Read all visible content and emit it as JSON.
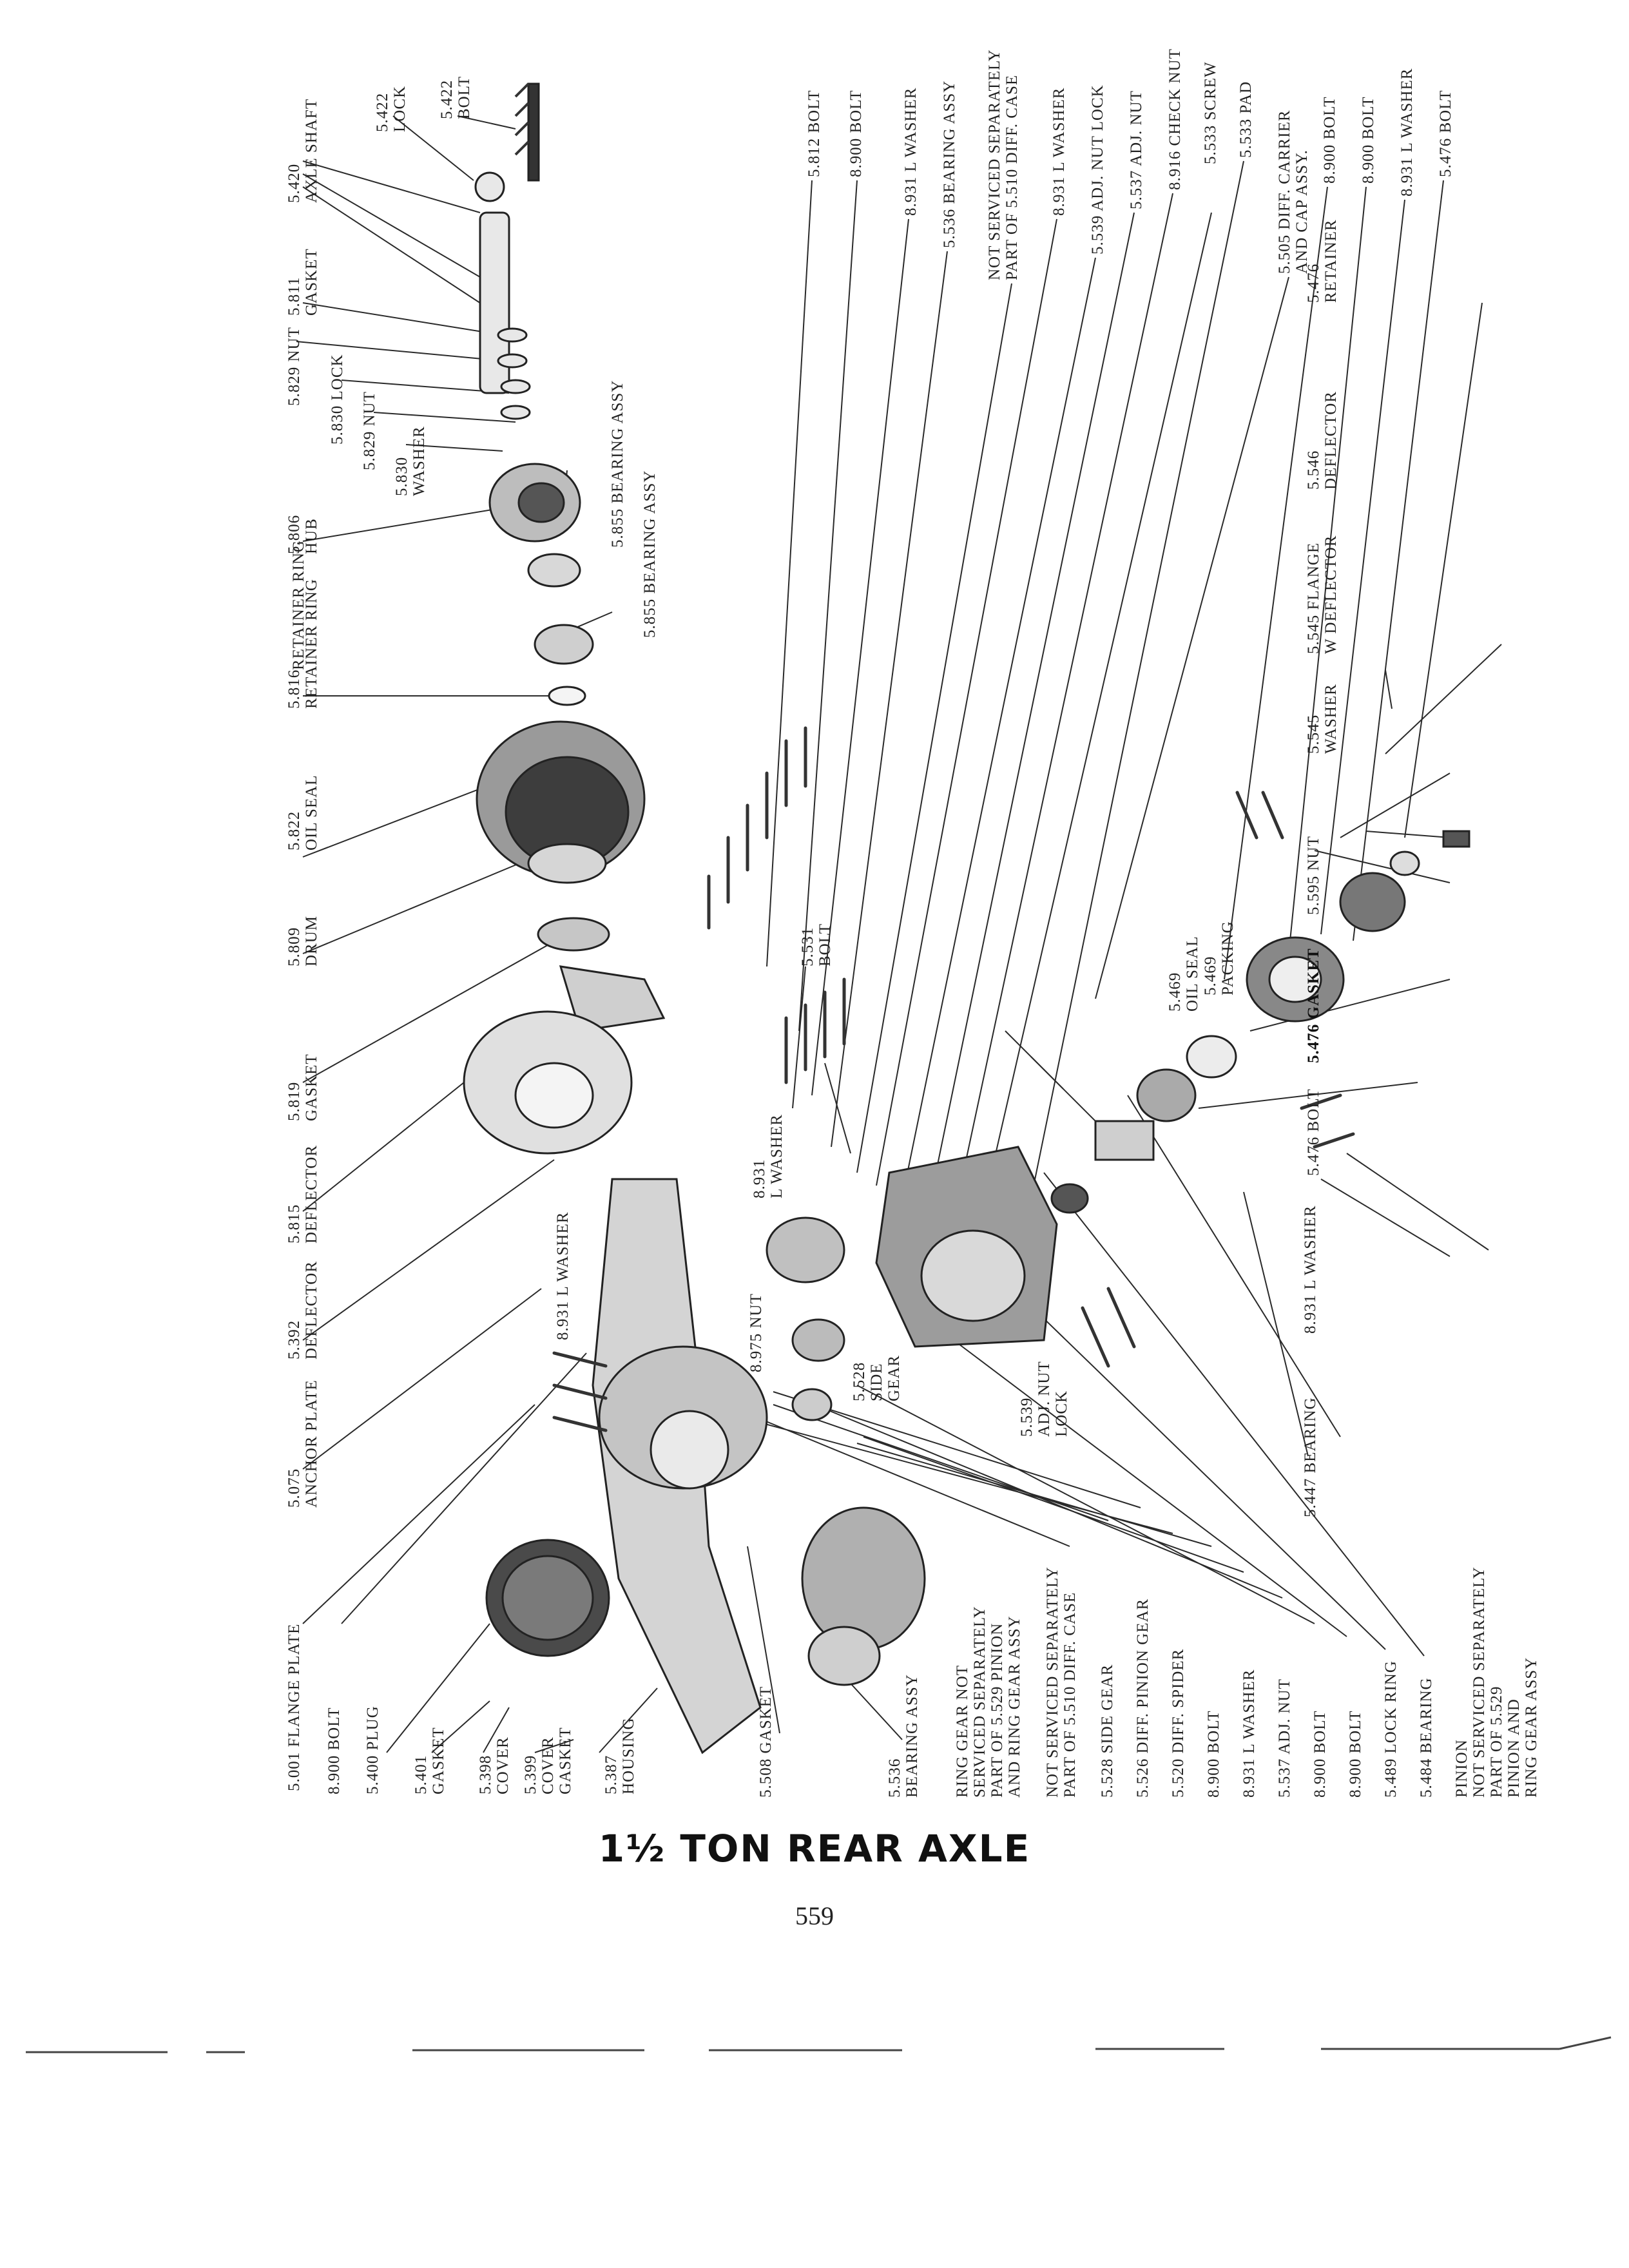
{
  "title": "1½ TON REAR AXLE",
  "page_number": "559",
  "labels": {
    "l5420": "5.420\nAXLE SHAFT",
    "l5422lock": "5.422\nLOCK",
    "l5422bolt": "5.422\nBOLT",
    "l5811": "5.811\nGASKET",
    "l5829": "5.829 NUT",
    "l5830lock": "5.830 LOCK",
    "l5829b": "5.829 NUT",
    "l5830w": "5.830\nWASHER",
    "l5806": "5.806\nHUB",
    "l5855a": "5.855 BEARING ASSY",
    "l5855b": "5.855 BEARING ASSY",
    "lretring": "RETAINER RING",
    "l5816": "5.816\nRETAINER RING",
    "l5822": "5.822\nOIL SEAL",
    "l5809": "5.809\nDRUM",
    "l5819": "5.819\nGASKET",
    "l5815": "5.815\nDEFLECTOR",
    "l5392": "5.392\nDEFLECTOR",
    "l5075": "5.075\nANCHOR PLATE",
    "l5001": "5.001 FLANGE PLATE",
    "l8900a": "8.900 BOLT",
    "l5400": "5.400 PLUG",
    "l5401": "5.401\nGASKET",
    "l5398": "5.398\nCOVER",
    "l5399": "5.399\nCOVER\nGASKET",
    "l5387": "5.387\nHOUSING",
    "l5508": "5.508 GASKET",
    "l5536b": "5.536\nBEARING ASSY",
    "lringgear": "RING GEAR NOT\nSERVICED SEPARATELY\nPART OF 5.529 PINION\nAND RING GEAR ASSY",
    "lnotserved2": "NOT SERVICED SEPARATELY\nPART OF 5.510 DIFF. CASE",
    "l5528b": "5.528 SIDE GEAR",
    "l5526": "5.526 DIFF. PINION GEAR",
    "l5520": "5.520 DIFF. SPIDER",
    "l8900b": "8.900 BOLT",
    "l8931b": "8.931 L WASHER",
    "l5537b": "5.537 ADJ. NUT",
    "l8900c": "8.900 BOLT",
    "l8900d": "8.900 BOLT",
    "l5489": "5.489 LOCK RING",
    "l5484": "5.484 BEARING",
    "lpinion": "PINION\nNOT SERVICED SEPARATELY\nPART OF 5.529\nPINION AND\nRING GEAR ASSY",
    "l8931c": "8.931 L WASHER",
    "l8975": "8.975 NUT",
    "l8931d": "8.931\nL WASHER",
    "l5531": "5.531\nBOLT",
    "l5528a": "5.528\nSIDE\nGEAR",
    "l5539b": "5.539\nADJ. NUT\nLOCK",
    "l5447": "5.447 BEARING",
    "l8931e": "8.931 L WASHER",
    "l5476bolt": "5.476 BOLT",
    "l5476gasket": "5.476 GASKET",
    "l5469os": "5.469\nOIL SEAL",
    "l5469p": "5.469\nPACKING",
    "l5595": "5.595 NUT",
    "l5545w": "5.545\nWASHER",
    "l5545f": "5.545 FLANGE\nW DEFLECTOR",
    "l5546": "5.546\nDEFLECTOR",
    "l5476ret": "5.476\nRETAINER",
    "l5812": "5.812 BOLT",
    "l8900e": "8.900 BOLT",
    "l8931f": "8.931 L WASHER",
    "l5536a": "5.536 BEARING ASSY",
    "lnotserved1": "NOT SERVICED SEPARATELY\nPART OF 5.510 DIFF. CASE",
    "l8931g": "8.931 L WASHER",
    "l5539a": "5.539 ADJ. NUT LOCK",
    "l5537a": "5.537 ADJ. NUT",
    "l8916": "8.916 CHECK NUT",
    "l5533s": "5.533 SCREW",
    "l5533p": "5.533 PAD",
    "l5505": "5.505 DIFF. CARRIER\nAND CAP ASSY.",
    "l8900f": "8.900 BOLT",
    "l8900g": "8.900 BOLT",
    "l8931h": "8.931 L WASHER",
    "l5476boltr": "5.476 BOLT"
  }
}
